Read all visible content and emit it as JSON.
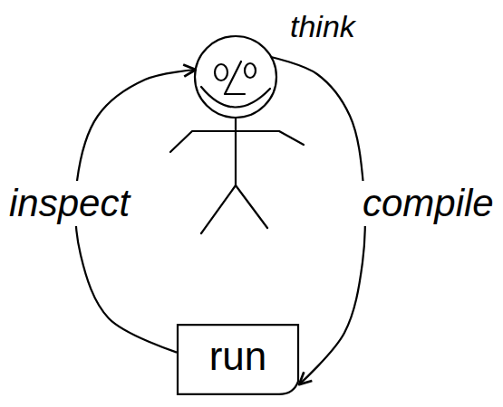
{
  "diagram": {
    "nodes": [
      {
        "text": [
          "think"
        ]
      },
      {
        "text": [
          "run"
        ]
      }
    ],
    "edges": [
      {
        "from": 0,
        "to": 1,
        "arrow": "to",
        "label": "compile"
      },
      {
        "from": 1,
        "to": 0,
        "arrow": "to",
        "label": "inspect"
      }
    ]
  }
}
